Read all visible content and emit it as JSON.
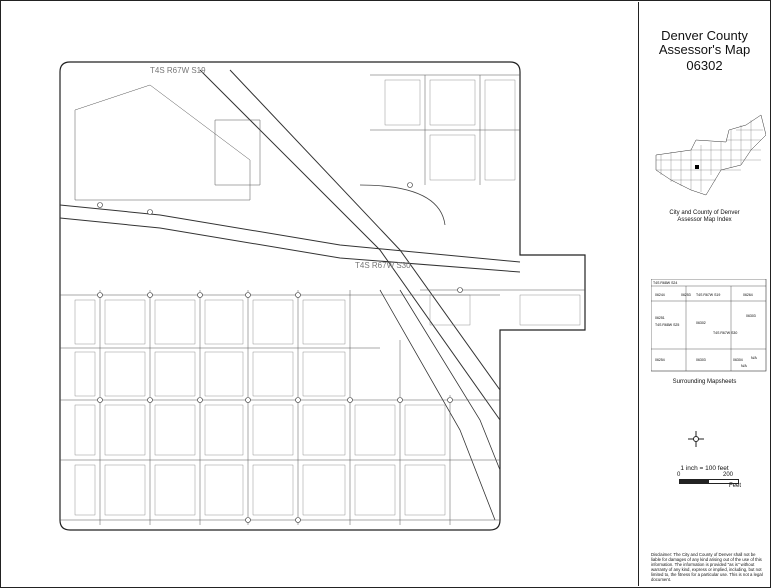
{
  "map": {
    "grid_labels": [
      "T4S R67W S19",
      "T4S R67W S30"
    ]
  },
  "panel": {
    "title_line1": "Denver County",
    "title_line2": "Assessor's Map",
    "map_number": "06302",
    "index_caption_line1": "City and County of Denver",
    "index_caption_line2": "Assessor Map Index",
    "surrounding_caption": "Surrounding Mapsheets",
    "scale_text": "1 inch = 100 feet",
    "scale_ticks": [
      "0",
      "200"
    ],
    "scale_unit": "Feet",
    "disclaimer": "Disclaimer: The City and County of Denver shall not be liable for damages of any kind arising out of the use of this information. The information is provided \"as is\" without warranty of any kind, express or implied, including, but not limited to, the fitness for a particular use. This is not a legal document."
  },
  "surrounding_grid": {
    "header": "T4S R68W S24",
    "cells": [
      "06244",
      "06253",
      "T4S R67W S19",
      "06264",
      "06251",
      "06302",
      "T4S R68W S25",
      "T4S R67W S30",
      "06303",
      "06254",
      "06303",
      "06304",
      "N/A",
      "N/A"
    ]
  }
}
